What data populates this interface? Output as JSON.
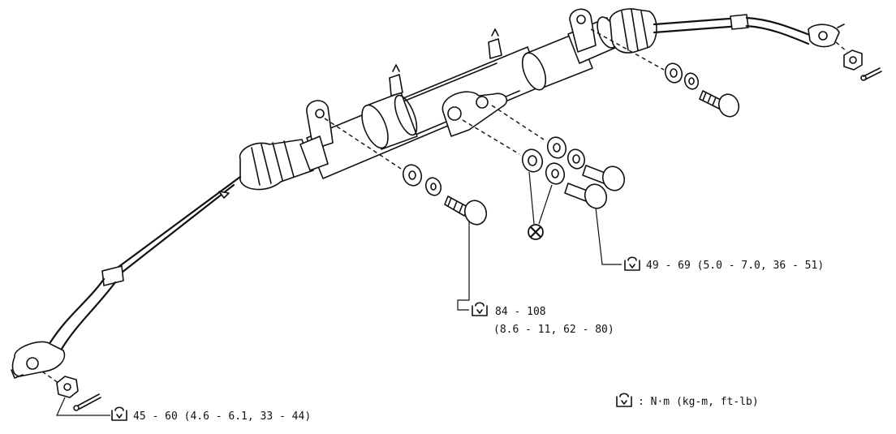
{
  "callouts": {
    "tie_rod_nut": "45 - 60 (4.6 - 6.1, 33 - 44)",
    "bracket_bolt_line1": "84 - 108",
    "bracket_bolt_line2": "(8.6 - 11, 62 - 80)",
    "mount_bolts": "49 - 69 (5.0 - 7.0, 36 - 51)"
  },
  "legend": {
    "units_text": ": N·m (kg-m, ft-lb)"
  },
  "icons": {
    "torque": "torque-wrench-icon",
    "discard": "do-not-reuse-icon"
  }
}
